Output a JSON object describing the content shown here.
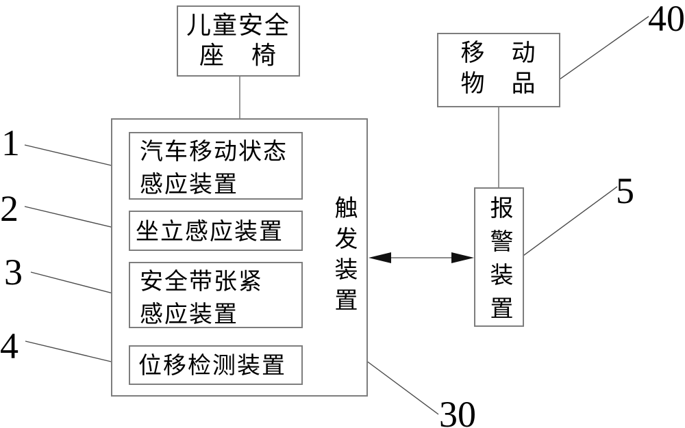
{
  "figure": {
    "type": "patent-block-diagram",
    "boxes": {
      "child_seat": {
        "text": "儿童安全\n座　椅",
        "meaning": "child safety seat"
      },
      "car_state_sensor": {
        "text": "汽车移动状态\n感应装置",
        "ref": "1"
      },
      "sitting_sensor": {
        "text": "坐立感应装置",
        "ref": "2"
      },
      "belt_tension_sensor": {
        "text": "安全带张紧\n感应装置",
        "ref": "3"
      },
      "displacement_sensor": {
        "text": "位移检测装置",
        "ref": "4"
      },
      "trigger_device": {
        "text": "触发装置",
        "ref": "30"
      },
      "moving_object": {
        "text": "移　动\n物　品",
        "ref": "40"
      },
      "alarm_device": {
        "text": "报警装置",
        "ref": "5"
      }
    },
    "ref_labels": {
      "r1": "1",
      "r2": "2",
      "r3": "3",
      "r4": "4",
      "r5": "5",
      "r30": "30",
      "r40": "40"
    },
    "connections": [
      {
        "from": "child_seat",
        "to": "trigger_device_container",
        "style": "plain-line"
      },
      {
        "from": "moving_object",
        "to": "alarm_device",
        "style": "plain-line"
      },
      {
        "from": "trigger_device",
        "to": "alarm_device",
        "style": "double-headed-arrow"
      }
    ],
    "colors": {
      "background": "#ffffff",
      "box_border": "#7d7d7d",
      "connector_line": "#8a8a8a",
      "leader_line": "#4a4a4a",
      "arrow_head": "#111111",
      "text": "#000000"
    }
  }
}
